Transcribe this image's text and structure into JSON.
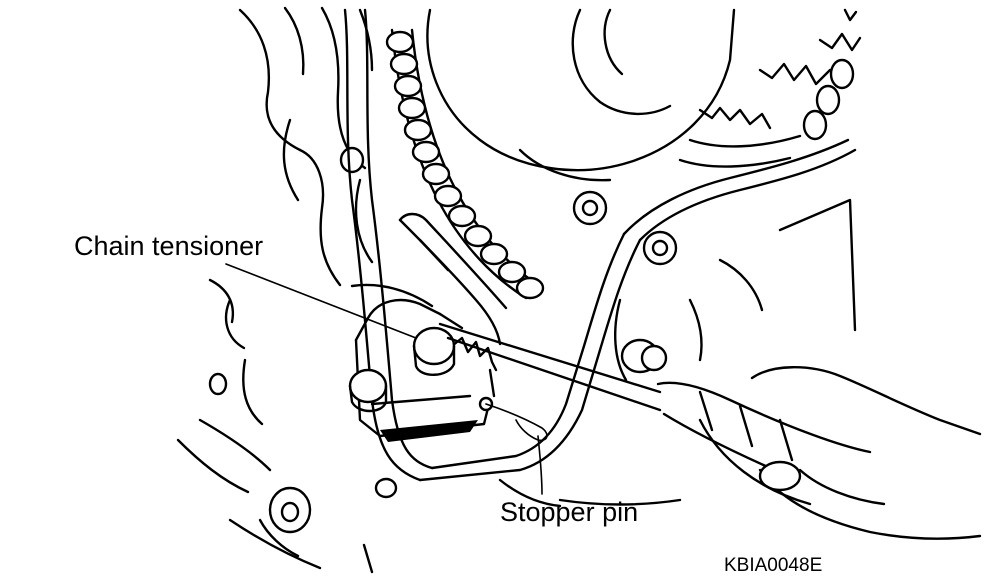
{
  "labels": {
    "chain_tensioner": "Chain tensioner",
    "stopper_pin": "Stopper pin",
    "figure_code": "KBIA0048E"
  }
}
